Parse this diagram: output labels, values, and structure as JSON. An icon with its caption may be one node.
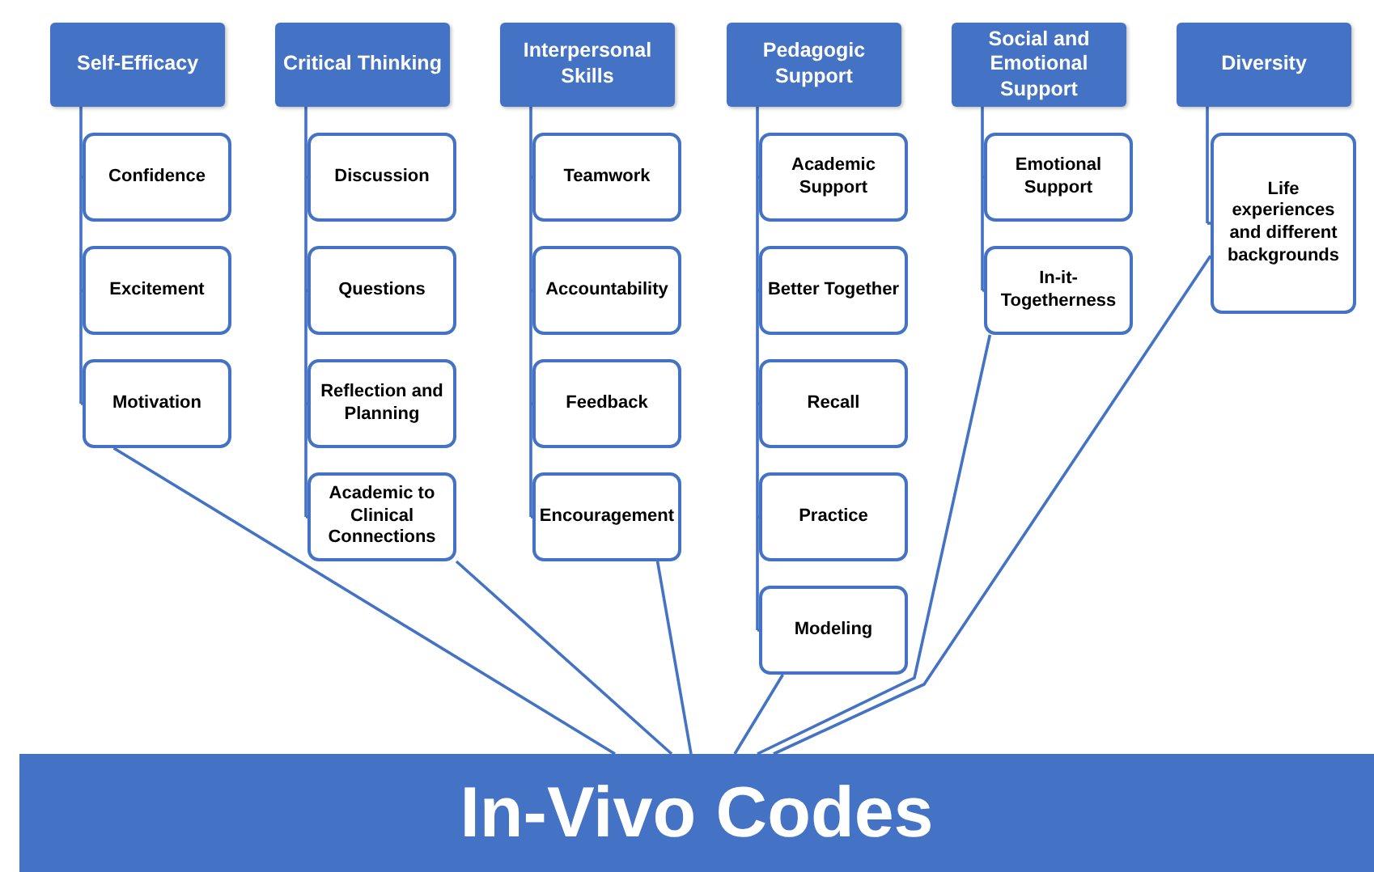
{
  "diagram": {
    "nodes": [
      {
        "text": [
          "Self-Efficacy"
        ]
      },
      {
        "text": [
          "Confidence"
        ]
      },
      {
        "text": [
          "Excitement"
        ]
      },
      {
        "text": [
          "Motivation"
        ]
      },
      {
        "text": [
          "Critical Thinking"
        ]
      },
      {
        "text": [
          "Discussion"
        ]
      },
      {
        "text": [
          "Questions"
        ]
      },
      {
        "text": [
          "Reflection and Planning"
        ]
      },
      {
        "text": [
          "Academic to Clinical Connections"
        ]
      },
      {
        "text": [
          "Interpersonal Skills"
        ]
      },
      {
        "text": [
          "Teamwork"
        ]
      },
      {
        "text": [
          "Accountability"
        ]
      },
      {
        "text": [
          "Feedback"
        ]
      },
      {
        "text": [
          "Encouragement"
        ]
      },
      {
        "text": [
          "Pedagogic Support"
        ]
      },
      {
        "text": [
          "Academic Support"
        ]
      },
      {
        "text": [
          "Better Together"
        ]
      },
      {
        "text": [
          "Recall"
        ]
      },
      {
        "text": [
          "Practice"
        ]
      },
      {
        "text": [
          "Modeling"
        ]
      },
      {
        "text": [
          "Social and Emotional Support"
        ]
      },
      {
        "text": [
          "Emotional Support"
        ]
      },
      {
        "text": [
          "In-it-Togetherness"
        ]
      },
      {
        "text": [
          "Diversity"
        ]
      },
      {
        "text": [
          "Life experiences and different backgrounds"
        ]
      },
      {
        "text": [
          "In-Vivo Codes"
        ]
      }
    ],
    "edges": [
      {
        "from": 0,
        "to": 1,
        "arrow": "none"
      },
      {
        "from": 0,
        "to": 2,
        "arrow": "none"
      },
      {
        "from": 0,
        "to": 3,
        "arrow": "none"
      },
      {
        "from": 4,
        "to": 5,
        "arrow": "none"
      },
      {
        "from": 4,
        "to": 6,
        "arrow": "none"
      },
      {
        "from": 4,
        "to": 7,
        "arrow": "none"
      },
      {
        "from": 4,
        "to": 8,
        "arrow": "none"
      },
      {
        "from": 9,
        "to": 10,
        "arrow": "none"
      },
      {
        "from": 9,
        "to": 11,
        "arrow": "none"
      },
      {
        "from": 9,
        "to": 12,
        "arrow": "none"
      },
      {
        "from": 9,
        "to": 13,
        "arrow": "none"
      },
      {
        "from": 14,
        "to": 15,
        "arrow": "none"
      },
      {
        "from": 14,
        "to": 16,
        "arrow": "none"
      },
      {
        "from": 14,
        "to": 17,
        "arrow": "none"
      },
      {
        "from": 14,
        "to": 18,
        "arrow": "none"
      },
      {
        "from": 14,
        "to": 19,
        "arrow": "none"
      },
      {
        "from": 20,
        "to": 21,
        "arrow": "none"
      },
      {
        "from": 20,
        "to": 22,
        "arrow": "none"
      },
      {
        "from": 23,
        "to": 24,
        "arrow": "none"
      },
      {
        "from": 3,
        "to": 25,
        "arrow": "none"
      },
      {
        "from": 8,
        "to": 25,
        "arrow": "none"
      },
      {
        "from": 13,
        "to": 25,
        "arrow": "none"
      },
      {
        "from": 19,
        "to": 25,
        "arrow": "none"
      },
      {
        "from": 22,
        "to": 25,
        "arrow": "none"
      },
      {
        "from": 24,
        "to": 25,
        "arrow": "none"
      }
    ]
  }
}
